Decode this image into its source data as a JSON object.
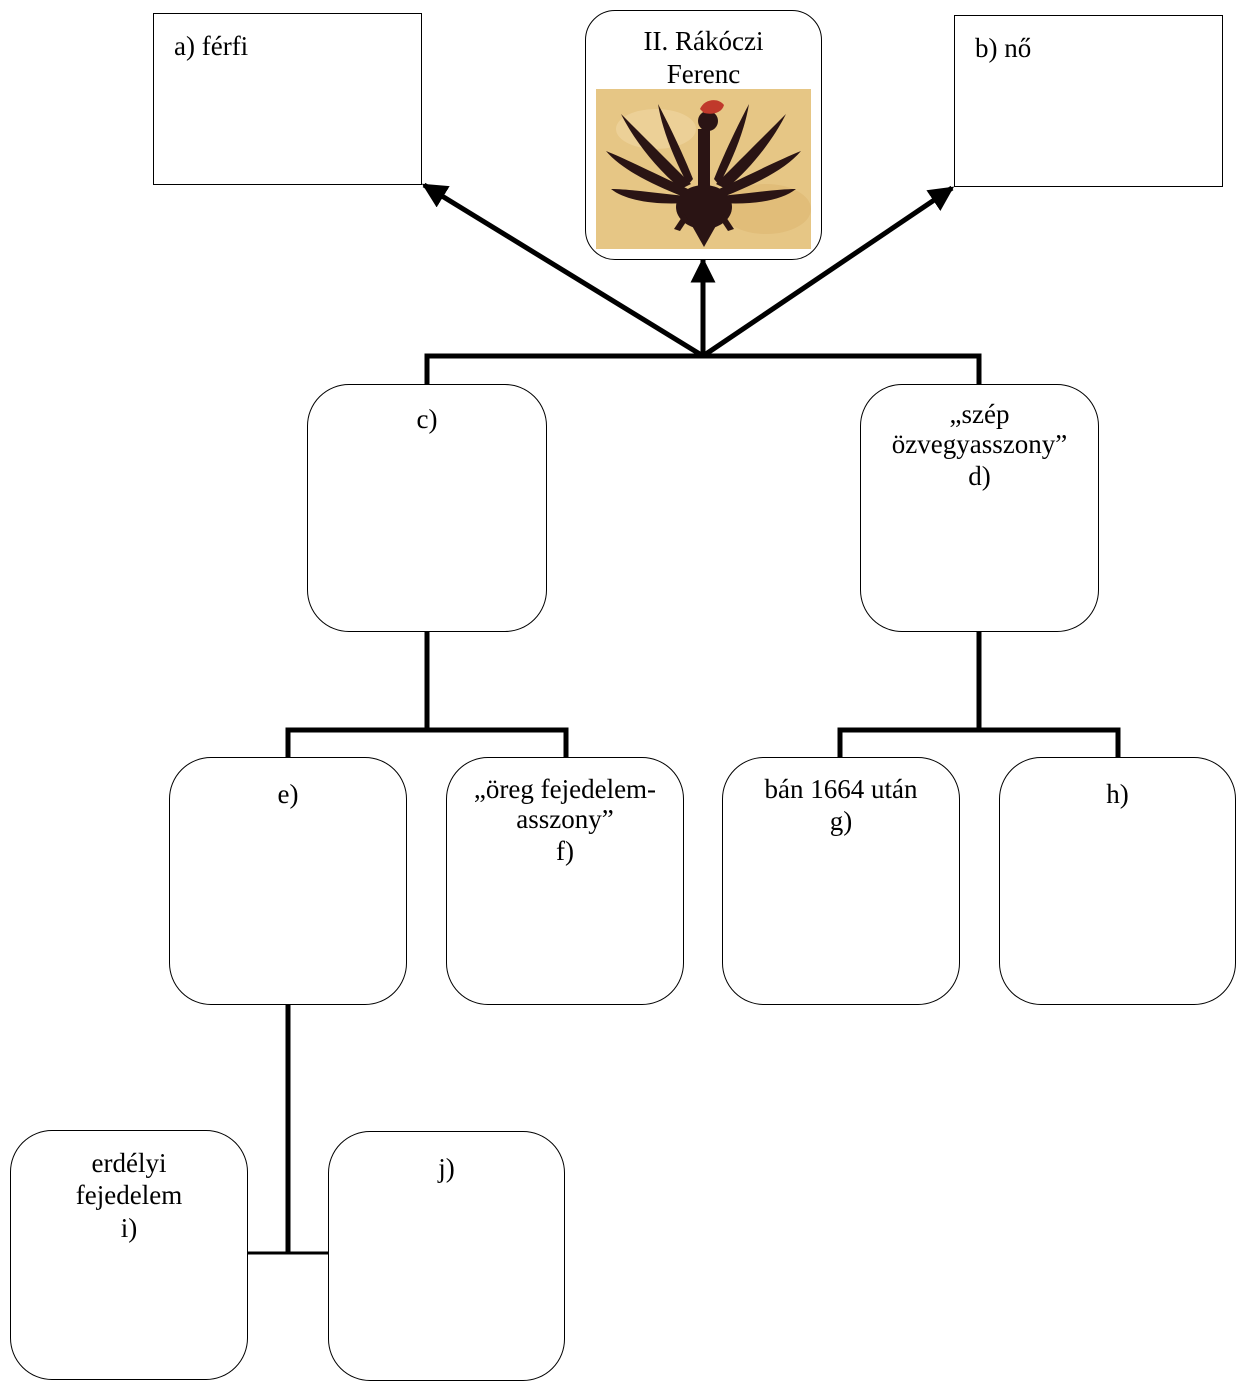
{
  "boxes": {
    "a": {
      "text": "a) férfi"
    },
    "top": {
      "line1": "II. Rákóczi",
      "line2": "Ferenc"
    },
    "b": {
      "text": "b) nő"
    },
    "c": {
      "text": "c)"
    },
    "d": {
      "line1": "„szép",
      "line2": "özvegyasszony”",
      "line3": "d)"
    },
    "e": {
      "text": "e)"
    },
    "f": {
      "line1": "„öreg fejedelem-",
      "line2": "asszony”",
      "line3": "f)"
    },
    "g": {
      "line1": "bán 1664 után",
      "line2": "g)"
    },
    "h": {
      "text": "h)"
    },
    "i": {
      "line1": "erdélyi",
      "line2": "fejedelem",
      "line3": "i)"
    },
    "j": {
      "text": "j)"
    }
  },
  "colors": {
    "line": "#000000",
    "emblem_bg": "#e8c889",
    "eagle": "#2a1414",
    "crown": "#c0392b"
  },
  "icons": {
    "emblem": "rakoczi-eagle-coat-of-arms"
  }
}
